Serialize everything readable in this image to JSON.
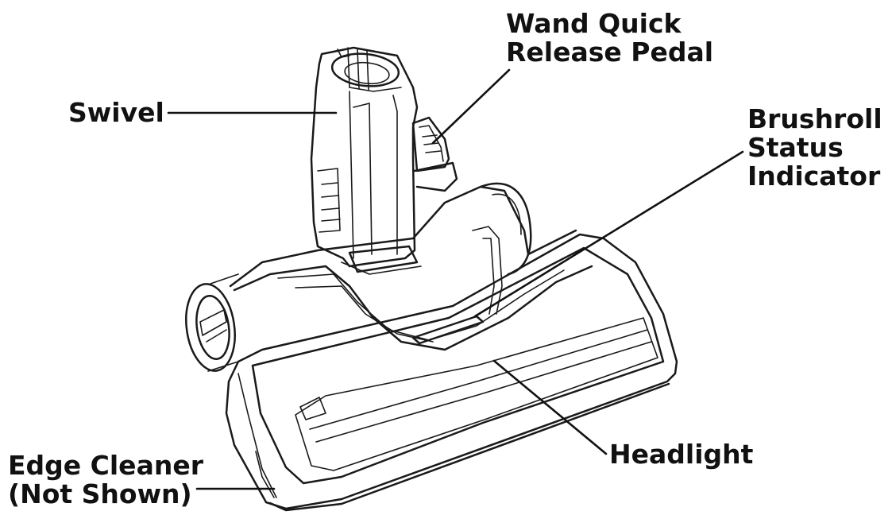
{
  "labels": {
    "wand_quick_release_pedal": [
      "Wand Quick",
      "Release Pedal"
    ],
    "swivel": "Swivel",
    "brushroll_status_indicator": [
      "Brushroll",
      "Status",
      "Indicator"
    ],
    "headlight": "Headlight",
    "edge_cleaner": [
      "Edge Cleaner",
      "(Not Shown)"
    ]
  }
}
